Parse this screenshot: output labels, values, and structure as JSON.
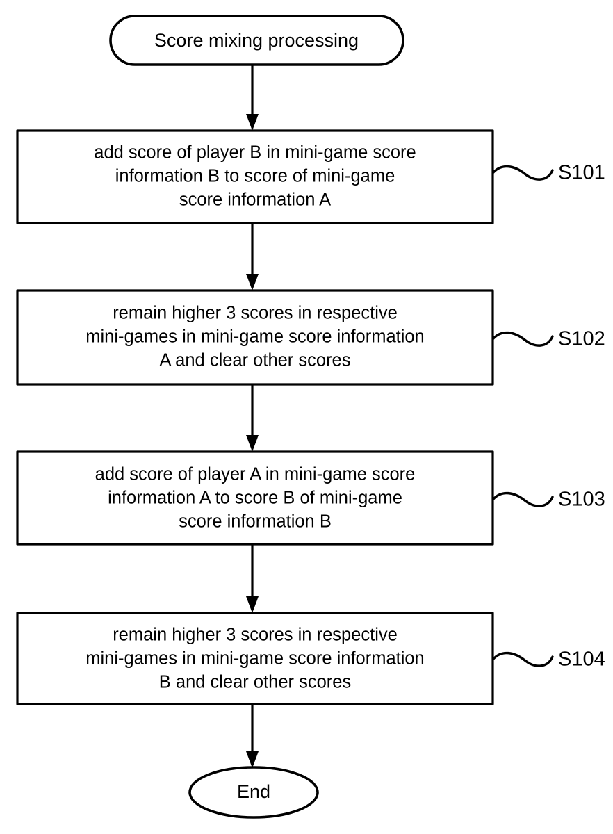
{
  "diagram": {
    "title": "Score mixing processing",
    "type": "flowchart",
    "orientation": "top-to-bottom",
    "colors": {
      "background": "#ffffff",
      "stroke": "#000000",
      "text": "#000000",
      "fill": "#ffffff"
    },
    "start_terminator": {
      "label": "Score mixing processing",
      "shape": "stadium"
    },
    "end_terminator": {
      "label": "End",
      "shape": "ellipse"
    },
    "steps": [
      {
        "id": "S101",
        "step_label": "S101",
        "shape": "rectangle",
        "lines": [
          "add score of player B in mini-game score",
          "information B to score of mini-game",
          "score information A"
        ]
      },
      {
        "id": "S102",
        "step_label": "S102",
        "shape": "rectangle",
        "lines": [
          "remain higher 3 scores in respective",
          "mini-games in mini-game score information",
          "A and clear other scores"
        ]
      },
      {
        "id": "S103",
        "step_label": "S103",
        "shape": "rectangle",
        "lines": [
          "add score of player A in mini-game score",
          "information A to score B of mini-game",
          "score information B"
        ]
      },
      {
        "id": "S104",
        "step_label": "S104",
        "shape": "rectangle",
        "lines": [
          "remain higher 3 scores in respective",
          "mini-games in mini-game score information",
          "B and clear other scores"
        ]
      }
    ],
    "connectors": [
      {
        "from": "start",
        "to": "S101",
        "arrow": "down"
      },
      {
        "from": "S101",
        "to": "S102",
        "arrow": "down"
      },
      {
        "from": "S102",
        "to": "S103",
        "arrow": "down"
      },
      {
        "from": "S103",
        "to": "S104",
        "arrow": "down"
      },
      {
        "from": "S104",
        "to": "end",
        "arrow": "down"
      }
    ]
  }
}
